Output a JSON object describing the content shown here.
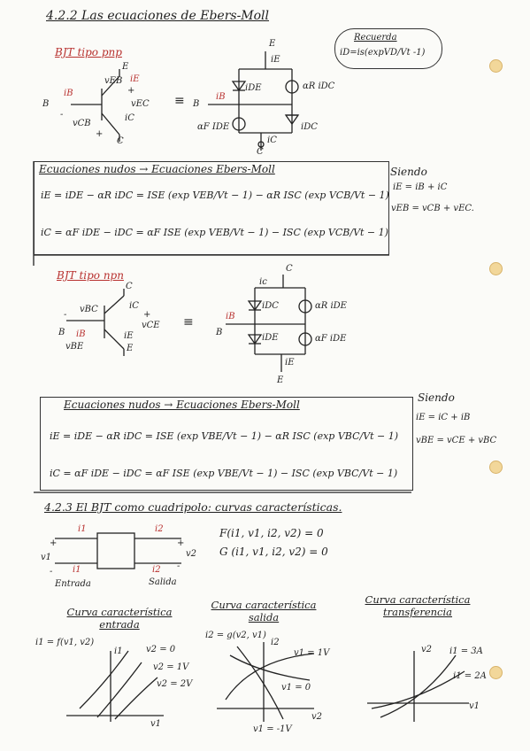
{
  "s1": {
    "title": "4.2.2 Las ecuaciones de Ebers-Moll"
  },
  "recuerda": {
    "label": "Recuerda",
    "formula": "iD=is(expVD/Vt -1)"
  },
  "pnp": {
    "title": "BJT tipo pnp",
    "labels": {
      "E": "E",
      "B": "B",
      "C": "C",
      "veb": "vEB",
      "vec": "vEC",
      "vcb": "vCB",
      "ie": "iE",
      "ib": "iB",
      "ic": "iC",
      "plus": "+",
      "minus": "-"
    },
    "eq_label": "≡",
    "circ": {
      "E": "E",
      "ie": "iE",
      "ide": "iDE",
      "ar": "αR iDC",
      "B": "B",
      "ib": "iB",
      "af": "αF IDE",
      "idc": "iDC",
      "ic": "iC",
      "C": "C"
    }
  },
  "eq1": {
    "title": "Ecuaciones nudos → Ecuaciones Ebers-Moll",
    "ie": "iE = iDE − αR iDC = ISE (exp VEB/Vt − 1) − αR ISC (exp VCB/Vt − 1)",
    "ic": "iC = αF iDE − iDC = αF ISE (exp VEB/Vt − 1) − ISC (exp VCB/Vt − 1)"
  },
  "siendo1": {
    "label": "Siendo",
    "l1": "iE = iB + iC",
    "l2": "vEB = vCB + vEC."
  },
  "npn": {
    "title": "BJT tipo npn",
    "labels": {
      "C": "C",
      "B": "B",
      "E": "E",
      "vbc": "vBC",
      "vce": "vCE",
      "vbe": "vBE",
      "ic": "iC",
      "ib": "iB",
      "ie": "iE",
      "plus": "+",
      "minus": "-"
    },
    "eq_label": "≡",
    "circ": {
      "C": "C",
      "ic": "ic",
      "idc": "iDC",
      "ar": "αR iDE",
      "B": "B",
      "ib": "iB",
      "ide": "iDE",
      "af": "αF iDE",
      "ie": "iE",
      "E": "E"
    }
  },
  "eq2": {
    "title": "Ecuaciones nudos → Ecuaciones Ebers-Moll",
    "ie": "iE = iDE − αR iDC = ISE (exp VBE/Vt − 1) − αR ISC (exp VBC/Vt − 1)",
    "ic": "iC = αF iDE − iDC = αF ISE (exp VBE/Vt − 1) − ISC (exp VBC/Vt − 1)"
  },
  "siendo2": {
    "label": "Siendo",
    "l1": "iE = iC + iB",
    "l2": "vBE = vCE + vBC"
  },
  "s2": {
    "title": "4.2.3 El BJT como cuadripolo: curvas características.",
    "i1": "i1",
    "i2": "i2",
    "v1": "v1",
    "v2": "v2",
    "plus": "+",
    "minus": "-",
    "entrada": "Entrada",
    "salida": "Salida",
    "f": "F(i1, v1, i2, v2) = 0",
    "g": "G (i1, v1, i2, v2) = 0"
  },
  "curvas": {
    "c1": {
      "title": "Curva característica entrada",
      "fn": "i1 = f(v1, v2)",
      "yaxis": "i1",
      "xaxis": "v1",
      "l1": "v2 = 0",
      "l2": "v2 = 1V",
      "l3": "v2 = 2V"
    },
    "c2": {
      "title": "Curva característica salida",
      "fn": "i2 = g(v2, v1)",
      "yaxis": "i2",
      "xaxis": "v2",
      "l1": "v1 = 1V",
      "l2": "v1 = 0",
      "l3": "v1 = -1V"
    },
    "c3": {
      "title": "Curva característica transferencia",
      "yaxis": "v2",
      "xaxis": "v1",
      "l1": "i1 = 3A",
      "l2": "i1 = 2A"
    }
  }
}
